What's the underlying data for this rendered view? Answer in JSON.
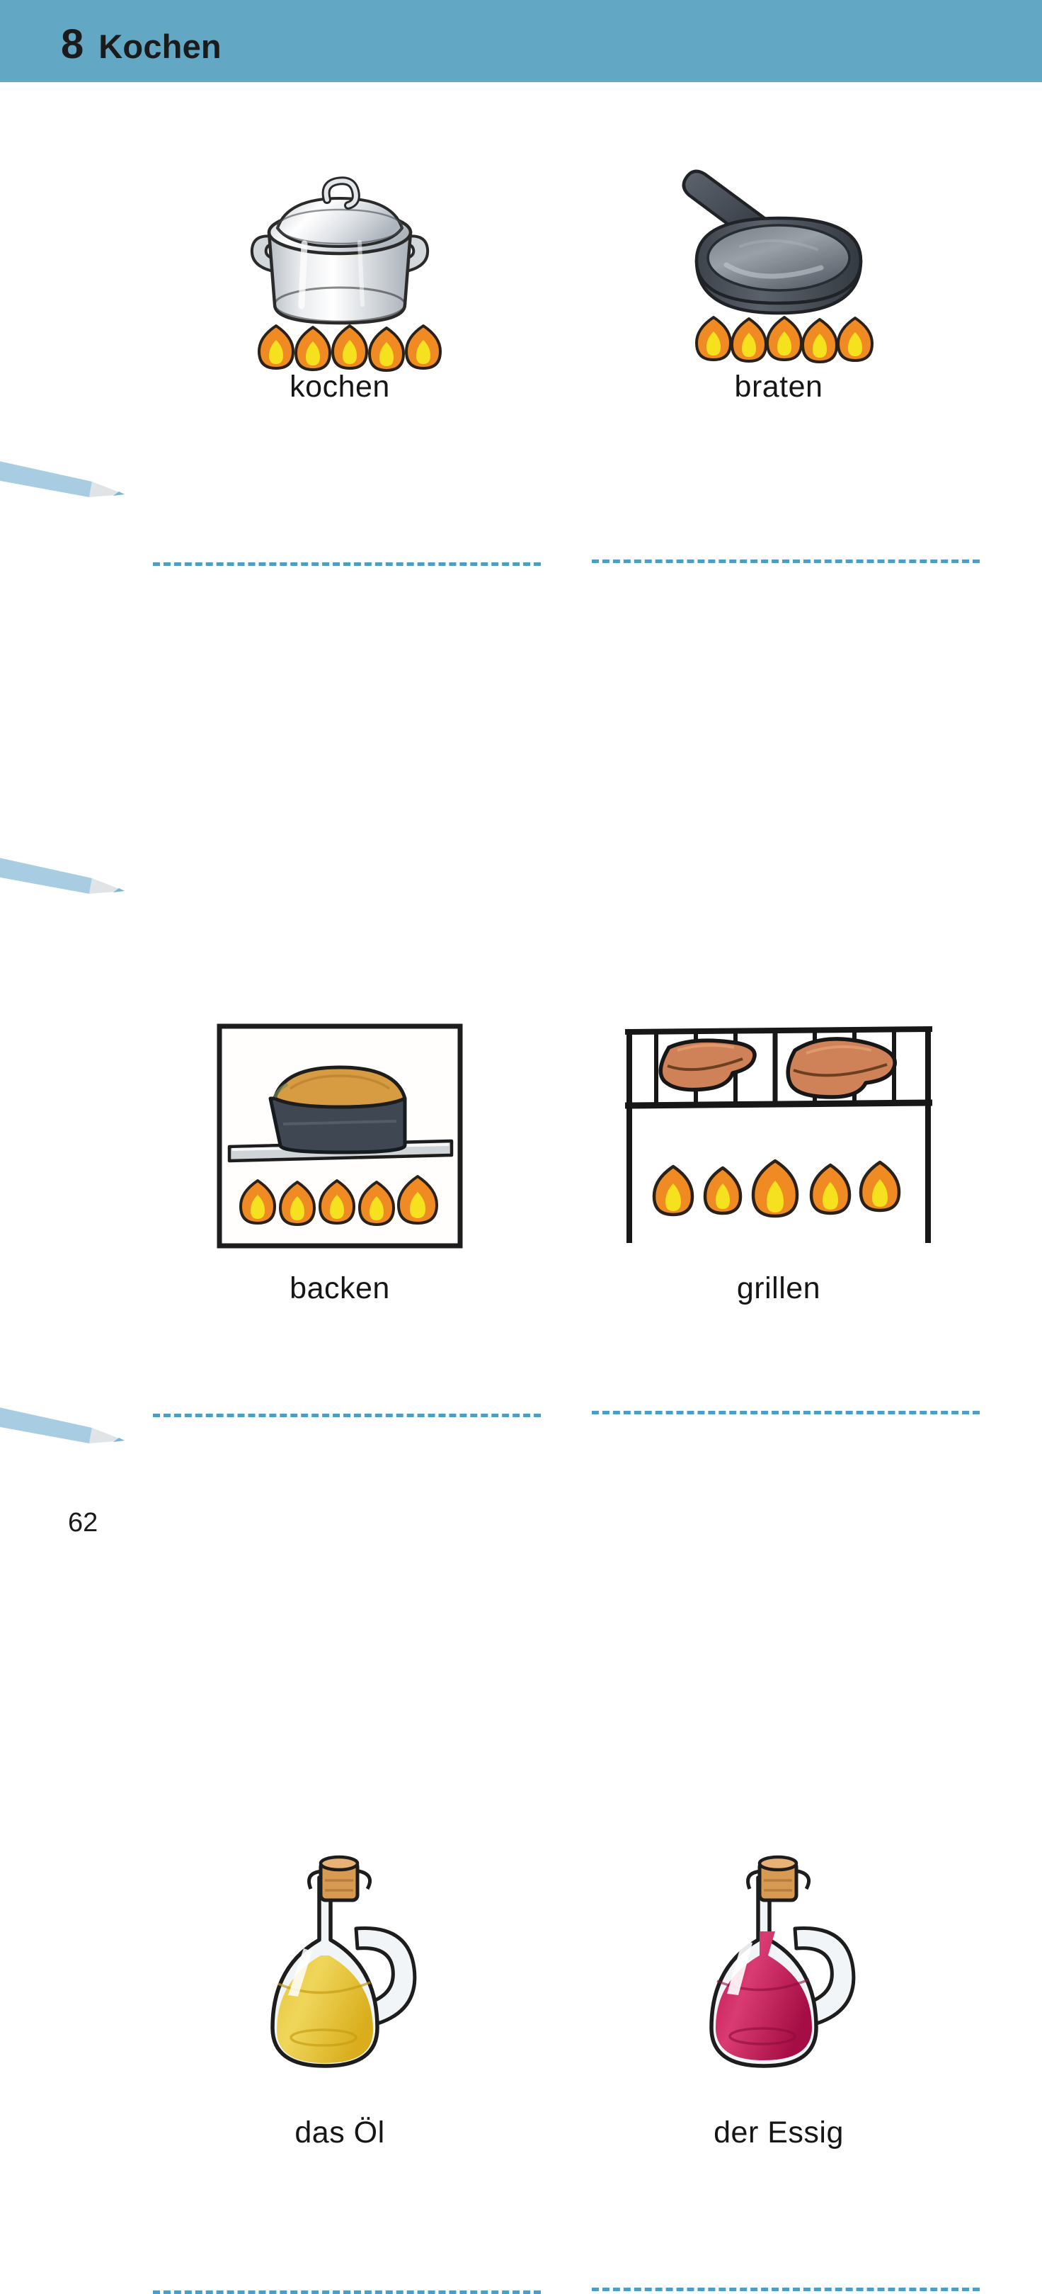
{
  "page": {
    "number": "62",
    "background_color": "#ffffff"
  },
  "header": {
    "chapter_number": "8",
    "title": "Kochen",
    "band_color": "#62a8c4",
    "text_color": "#1b1b1b"
  },
  "decorations": {
    "pencil_color": "#a8cde2",
    "pencil_tip_color": "#e0e4e6",
    "pencil_lead_color": "#7fb4d4",
    "pencil_count": 3
  },
  "separators": {
    "style": "dashed",
    "color": "#4d9ec6"
  },
  "entries": [
    {
      "word": "kochen",
      "icon": "cooking-pot-with-lid-over-flames-icon",
      "colors": {
        "pot": "#e9ebee",
        "pot_shade": "#b9bfc6",
        "outline": "#2a2a2a",
        "flame_outer": "#ef8b22",
        "flame_inner": "#f5e11e"
      },
      "flame_count": 5
    },
    {
      "word": "braten",
      "icon": "frying-pan-over-flames-icon",
      "colors": {
        "pan": "#4d535c",
        "pan_inner": "#6a7079",
        "outline": "#1f2226",
        "flame_outer": "#ef8b22",
        "flame_inner": "#f5e11e"
      },
      "flame_count": 5
    },
    {
      "word": "backen",
      "icon": "oven-with-baking-dish-icon",
      "colors": {
        "frame": "#1d1d1d",
        "dish": "#3f4852",
        "bread": "#d79c42",
        "rack": "#b9bfc6",
        "flame_outer": "#ef8b22",
        "flame_inner": "#f5e11e"
      },
      "flame_count": 5
    },
    {
      "word": "grillen",
      "icon": "grill-with-steaks-icon",
      "colors": {
        "grate": "#171717",
        "meat": "#cf8157",
        "meat_dark": "#a55f3c",
        "flame_outer": "#ef8b22",
        "flame_inner": "#f5e11e"
      },
      "flame_count": 5
    },
    {
      "word": "das Öl",
      "icon": "oil-cruet-bottle-icon",
      "colors": {
        "liquid": "#e0bb23",
        "liquid_light": "#efd65a",
        "glass": "#f2f5f7",
        "cork": "#d89a52",
        "cork_dark": "#b07636",
        "outline": "#1d1d1d"
      }
    },
    {
      "word": "der Essig",
      "icon": "vinegar-cruet-bottle-icon",
      "colors": {
        "liquid": "#c0114f",
        "liquid_light": "#d93b72",
        "glass": "#f2f5f7",
        "cork": "#d89a52",
        "cork_dark": "#b07636",
        "outline": "#1d1d1d"
      }
    }
  ]
}
